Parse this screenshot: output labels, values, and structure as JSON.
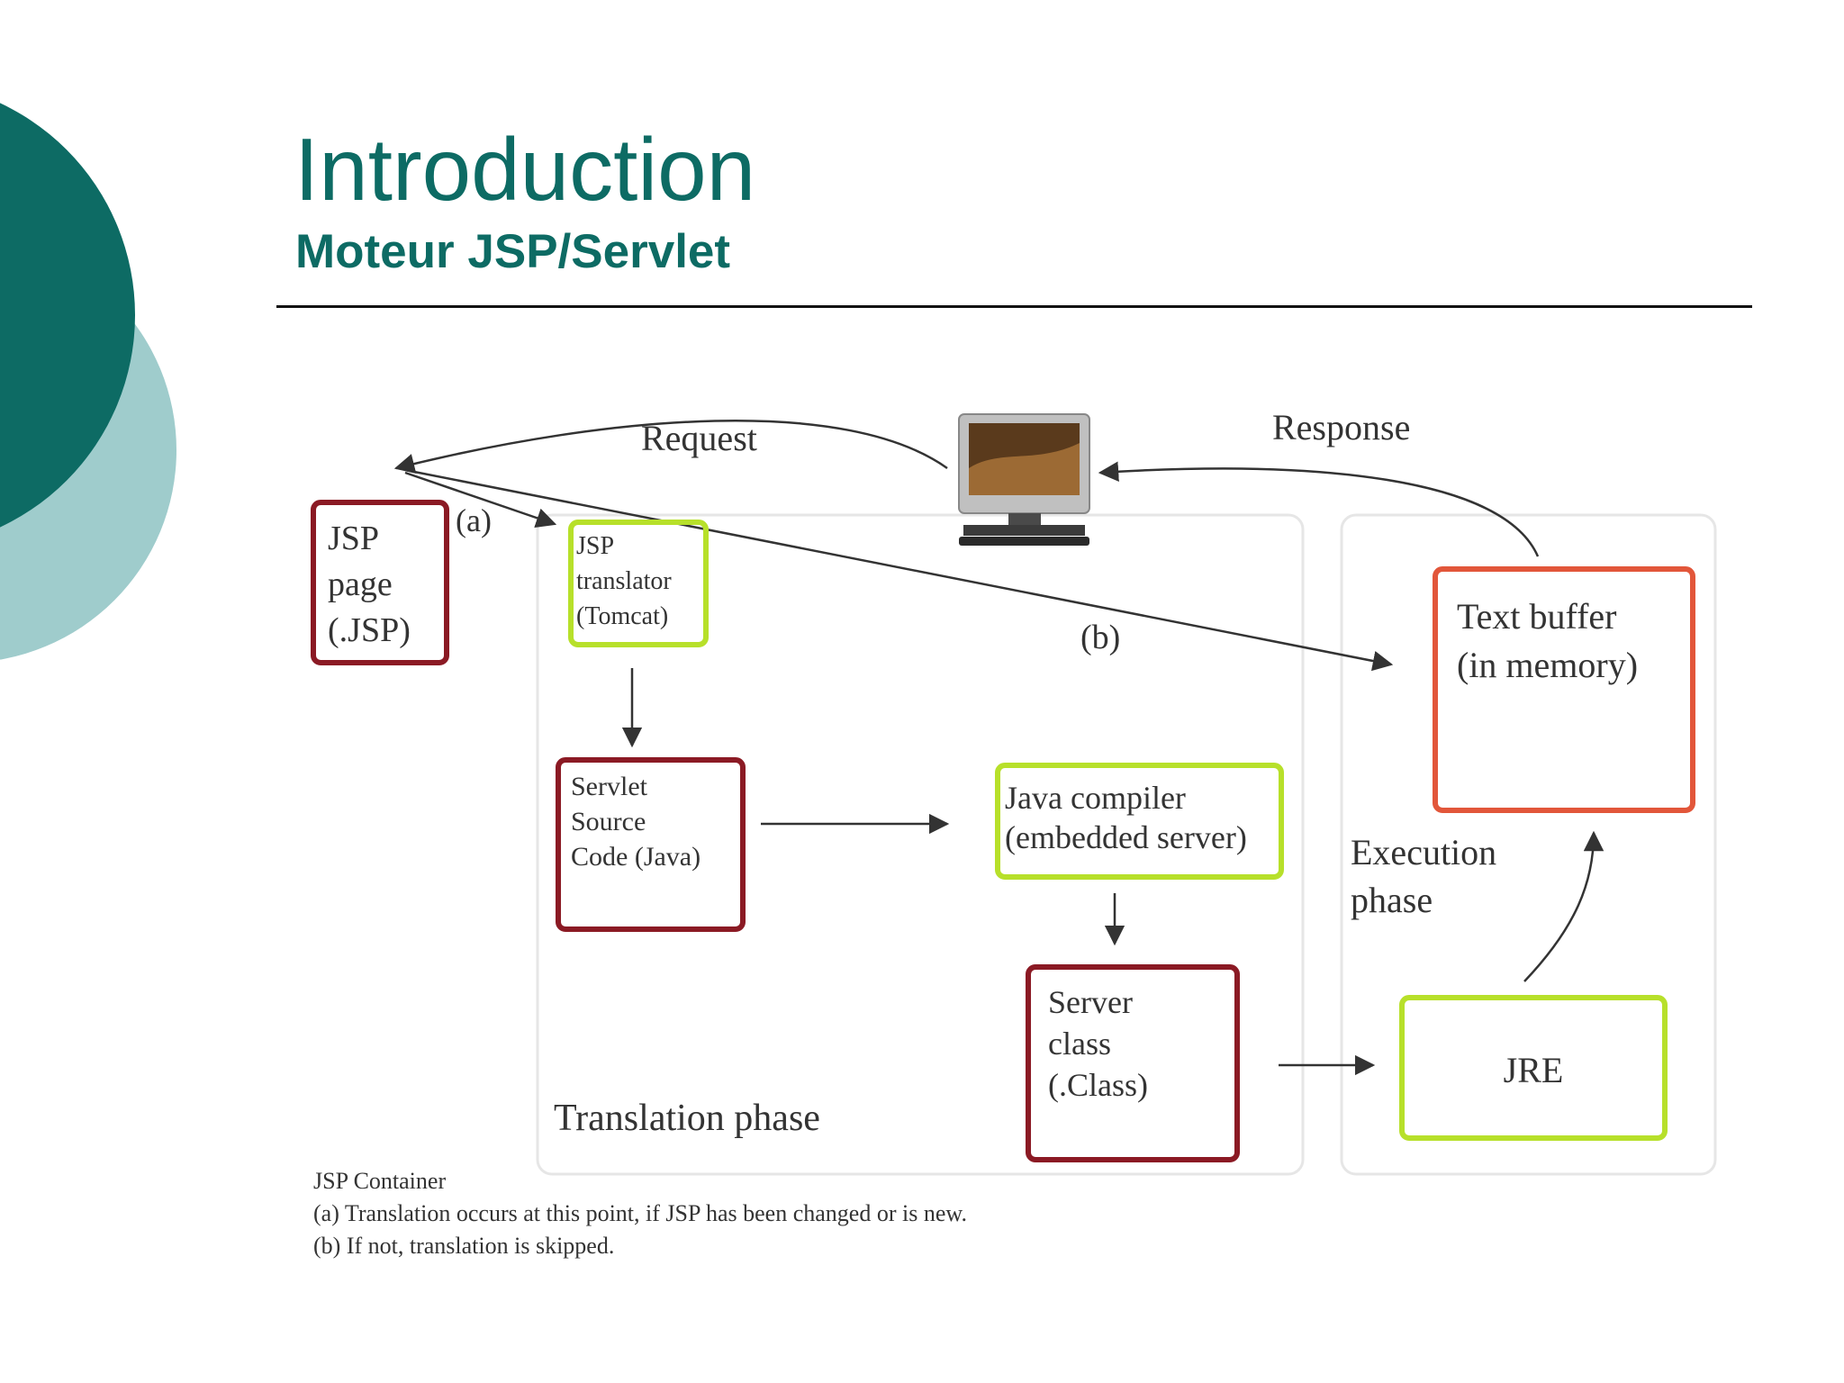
{
  "slide": {
    "title": "Introduction",
    "subtitle": "Moteur JSP/Servlet",
    "accent_dark": "#0d6b64",
    "accent_light": "#9fcccc"
  },
  "diagram": {
    "client_icon": "computer-icon",
    "labels": {
      "request": "Request",
      "response": "Response",
      "a": "(a)",
      "b": "(b)",
      "translation_phase": "Translation phase",
      "execution_phase": [
        "Execution",
        "phase"
      ]
    },
    "nodes": {
      "jsp_page": [
        "JSP",
        "page",
        "(.JSP)"
      ],
      "jsp_translator": [
        "JSP",
        "translator",
        "(Tomcat)"
      ],
      "servlet_source": [
        "Servlet",
        "Source",
        "Code (Java)"
      ],
      "java_compiler": [
        "Java compiler",
        "(embedded server)"
      ],
      "server_class": [
        "Server",
        "class",
        "(.Class)"
      ],
      "text_buffer": [
        "Text buffer",
        "(in memory)"
      ],
      "jre": "JRE"
    },
    "colors": {
      "dark_red": "#8b1a24",
      "lime": "#b7e02a",
      "orange_red": "#e2563a",
      "panel": "#e6e6e6"
    },
    "footnote": {
      "heading": "JSP Container",
      "a": "(a) Translation occurs at this point, if JSP has been changed or is new.",
      "b": "(b) If not, translation is skipped."
    }
  }
}
